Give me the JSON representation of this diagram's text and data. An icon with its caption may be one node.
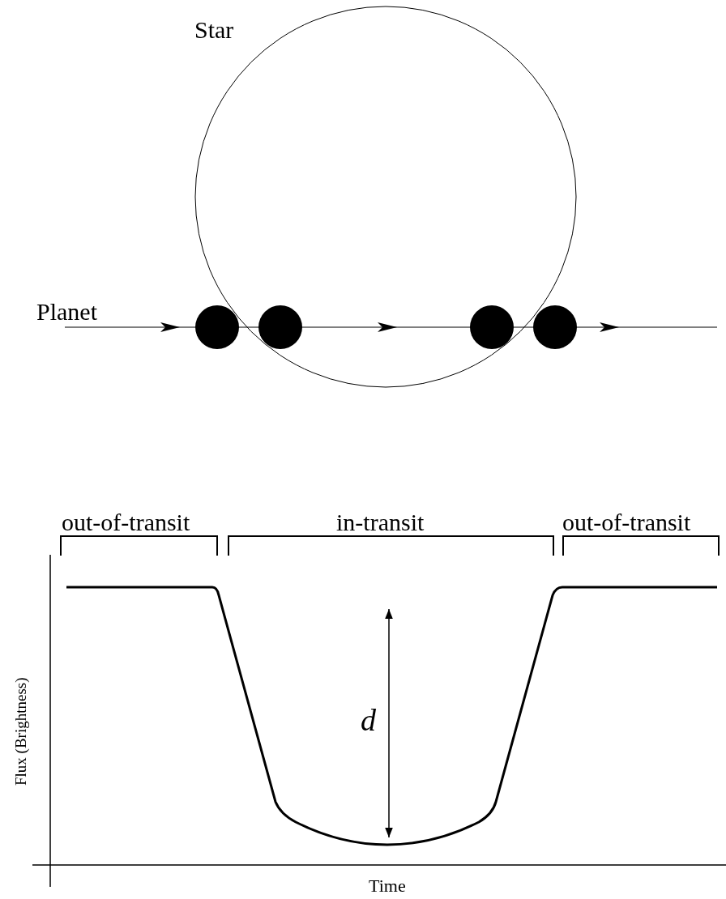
{
  "diagram": {
    "labels": [
      "Star",
      "Planet",
      "out-of-transit",
      "in-transit",
      "out-of-transit",
      "d",
      "Flux (Brightness)",
      "Time"
    ]
  }
}
